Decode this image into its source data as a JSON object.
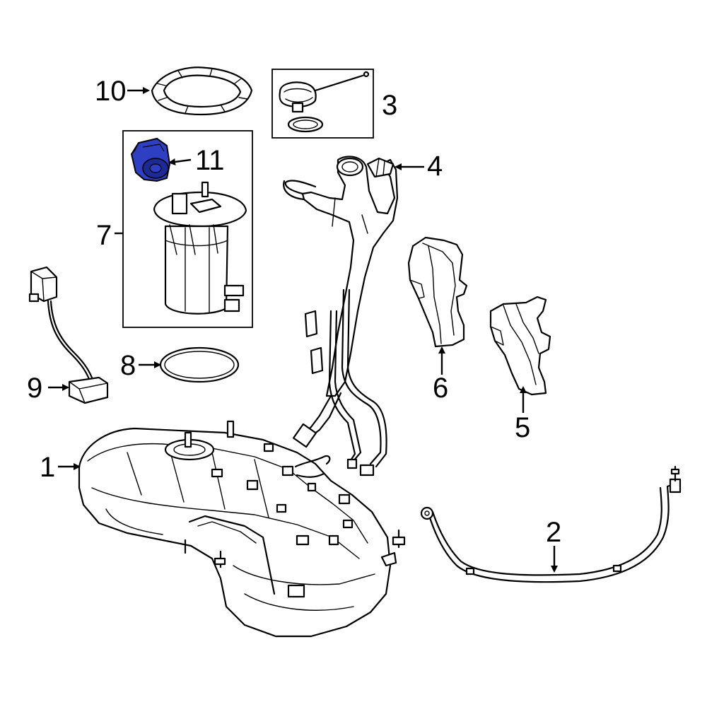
{
  "callouts": [
    {
      "id": "1",
      "text": "1"
    },
    {
      "id": "2",
      "text": "2"
    },
    {
      "id": "3",
      "text": "3"
    },
    {
      "id": "4",
      "text": "4"
    },
    {
      "id": "5",
      "text": "5"
    },
    {
      "id": "6",
      "text": "6"
    },
    {
      "id": "7",
      "text": "7"
    },
    {
      "id": "8",
      "text": "8"
    },
    {
      "id": "9",
      "text": "9"
    },
    {
      "id": "10",
      "text": "10"
    },
    {
      "id": "11",
      "text": "11"
    }
  ],
  "colors": {
    "line": "#000000",
    "background": "#ffffff",
    "highlight": "#2f3fc4",
    "highlight_shade": "#1c2a95"
  },
  "highlighted_part": "11"
}
